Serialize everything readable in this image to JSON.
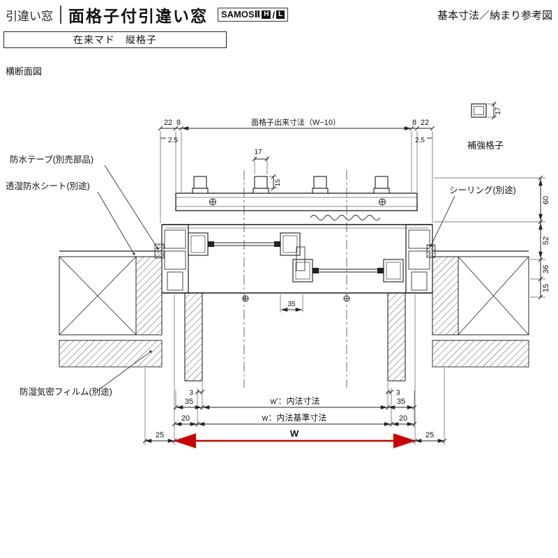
{
  "header": {
    "category": "引違い窓",
    "title": "面格子付引違い窓",
    "series": "SAMOSⅡ",
    "series_h": "H",
    "series_sep": "/",
    "series_l": "L",
    "right_note": "基本寸法／納まり参考図",
    "subtype": "在来マド　縦格子",
    "view_label": "横断面図"
  },
  "callouts": {
    "waterproof_tape": "防水テープ(別売部品)",
    "breathable_sheet": "透湿防水シート(別途)",
    "moisture_film": "防湿気密フィルム(別途)",
    "sealing": "シーリング(別途)",
    "reinforced_grille": "補強格子"
  },
  "dims": {
    "top": {
      "l22": "22",
      "l8": "8",
      "l25": "2.5",
      "span": "面格子出来寸法（W−10）",
      "r8": "8",
      "r22": "22",
      "r25": "2.5"
    },
    "detail17": "17",
    "grille": {
      "w17": "17",
      "h15": "15"
    },
    "right": {
      "d60": "60",
      "d52": "52",
      "d36": "36",
      "d15": "15"
    },
    "mid35": "35",
    "bottom": {
      "l3": "3",
      "l35": "35",
      "l20": "20",
      "l25": "25",
      "r3": "3",
      "r35": "35",
      "r20": "20",
      "r25": "25",
      "w_inner": "w'：内法寸法",
      "w_std": "w：内法基準寸法",
      "w_total": "W"
    }
  },
  "colors": {
    "accent": "#cc0000",
    "ink": "#1a1a1a"
  }
}
